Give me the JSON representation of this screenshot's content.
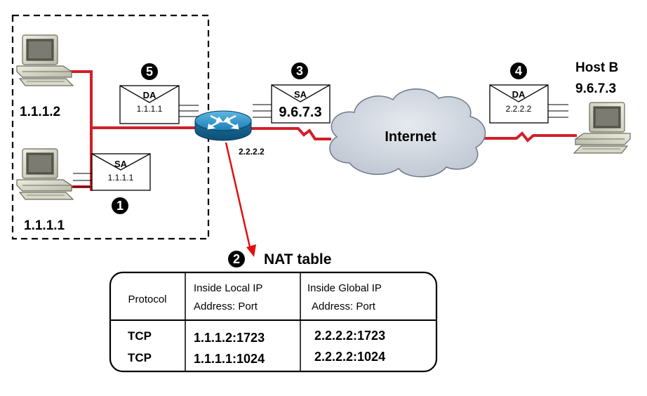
{
  "inside_hosts": {
    "pc_top_ip": "1.1.1.2",
    "pc_bottom_ip": "1.1.1.1"
  },
  "host_b": {
    "name": "Host B",
    "ip": "9.6.7.3"
  },
  "router": {
    "outside_ip": "2.2.2.2"
  },
  "cloud": {
    "label": "Internet"
  },
  "packets": {
    "p1": {
      "tag": "SA",
      "addr": "1.1.1.1"
    },
    "p3": {
      "tag": "SA",
      "addr": "9.6.7.3"
    },
    "p4": {
      "tag": "DA",
      "addr": "2.2.2.2"
    },
    "p5": {
      "tag": "DA",
      "addr": "1.1.1.1"
    }
  },
  "steps": {
    "s1": "1",
    "s2": "2",
    "s3": "3",
    "s4": "4",
    "s5": "5"
  },
  "nat_table": {
    "title": "NAT table",
    "headers": {
      "protocol": "Protocol",
      "local_1": "Inside Local IP",
      "local_2": "Address: Port",
      "global_1": "Inside Global IP",
      "global_2": "Address: Port"
    },
    "rows": [
      {
        "protocol": "TCP",
        "local": "1.1.1.2:1723",
        "global": "2.2.2.2:1723"
      },
      {
        "protocol": "TCP",
        "local": "1.1.1.1:1024",
        "global": "2.2.2.2:1024"
      }
    ]
  },
  "colors": {
    "link_red": "#d0202a",
    "arrow_red": "#e01010",
    "router_blue": "#1a7fb5",
    "cloud_fill": "#ccd3dd"
  }
}
